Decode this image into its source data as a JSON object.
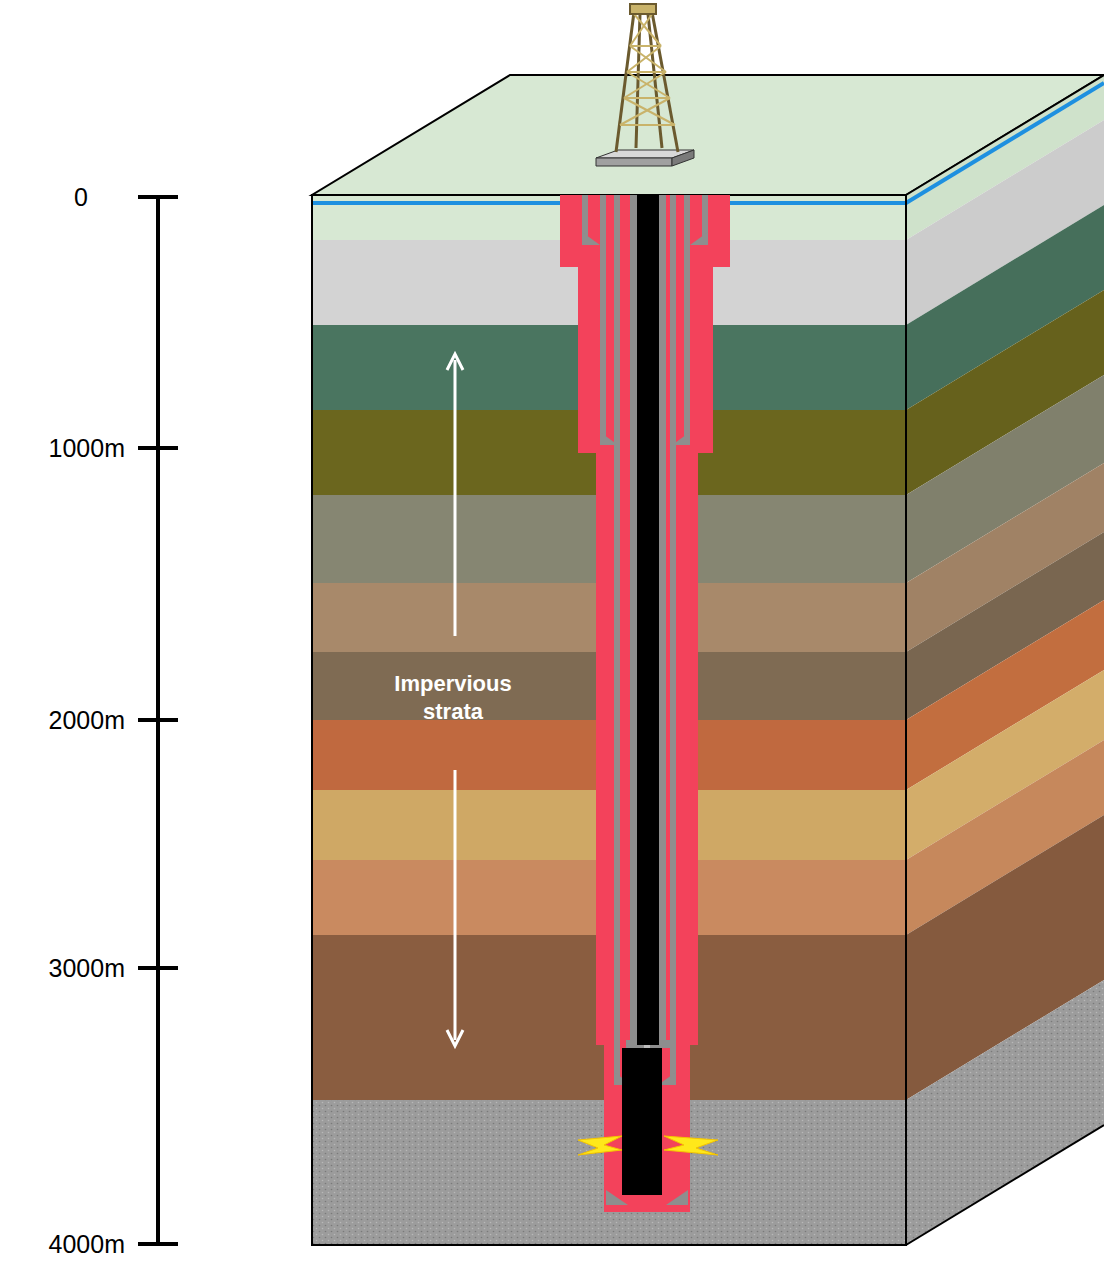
{
  "diagram": {
    "labels": [
      "0",
      "1000m",
      "2000m",
      "3000m",
      "4000m",
      "Impervious strata"
    ]
  }
}
